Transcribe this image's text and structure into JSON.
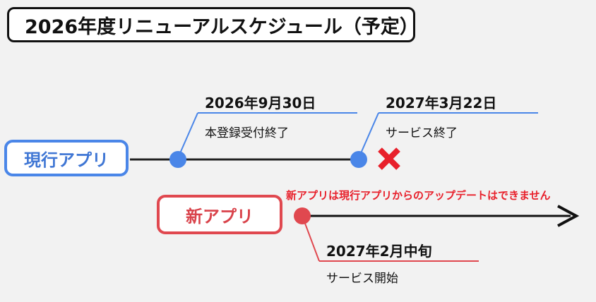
{
  "title": "2026年度リニューアルスケジュール（予定）",
  "current_app": {
    "label": "現行アプリ",
    "color": "#4a86e8",
    "milestones": [
      {
        "date": "2026年9月30日",
        "event": "本登録受付終了"
      },
      {
        "date": "2027年3月22日",
        "event": "サービス終了",
        "marker": "cross-icon"
      }
    ]
  },
  "new_app": {
    "label": "新アプリ",
    "color": "#e0484f",
    "note": "新アプリは現行アプリからのアップデートはできません",
    "note_color": "#e8202b",
    "milestones": [
      {
        "date": "2027年2月中旬",
        "event": "サービス開始"
      }
    ]
  }
}
